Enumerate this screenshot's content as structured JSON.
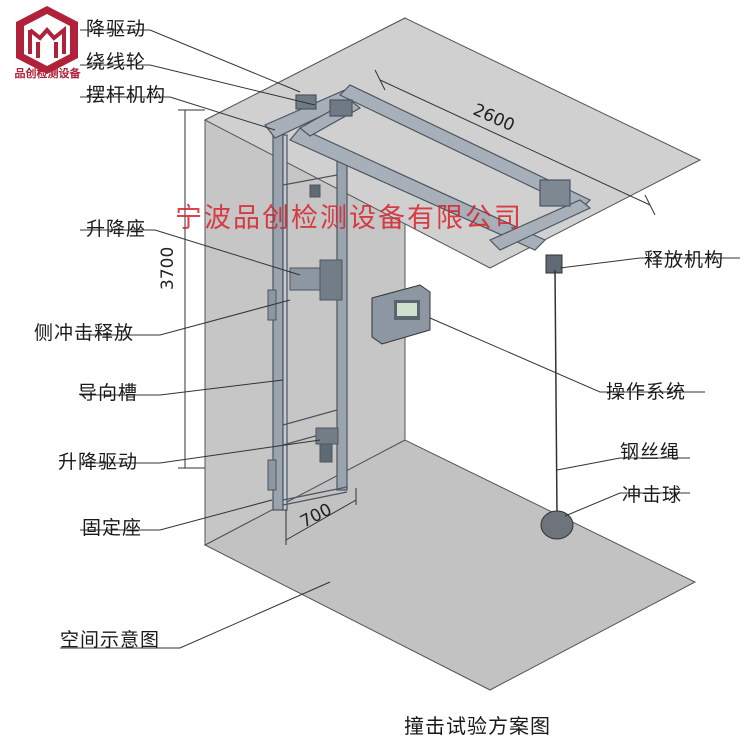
{
  "logo": {
    "text": "品创检测设备",
    "icon": "cube-logo-icon",
    "color": "#b0223a"
  },
  "watermark": "宁波品创检测设备有限公司",
  "dimensions": {
    "height": "3700",
    "length": "2600",
    "width": "700"
  },
  "labels": {
    "lift_drive_top": "降驱动",
    "winding_wheel": "绕线轮",
    "swing_rod": "摆杆机构",
    "lifting_seat": "升降座",
    "side_impact_release": "侧冲击释放",
    "guide_groove": "导向槽",
    "lift_drive": "升降驱动",
    "fixed_seat": "固定座",
    "space_diagram": "空间示意图",
    "release_mechanism": "释放机构",
    "operating_system": "操作系统",
    "wire_rope": "钢丝绳",
    "impact_ball": "冲击球"
  },
  "caption": "撞击试验方案图",
  "colors": {
    "frame": "#8f9aa5",
    "wall": "#c9c9c9",
    "ink": "#1a1a1a",
    "watermark": "#d9232d"
  }
}
